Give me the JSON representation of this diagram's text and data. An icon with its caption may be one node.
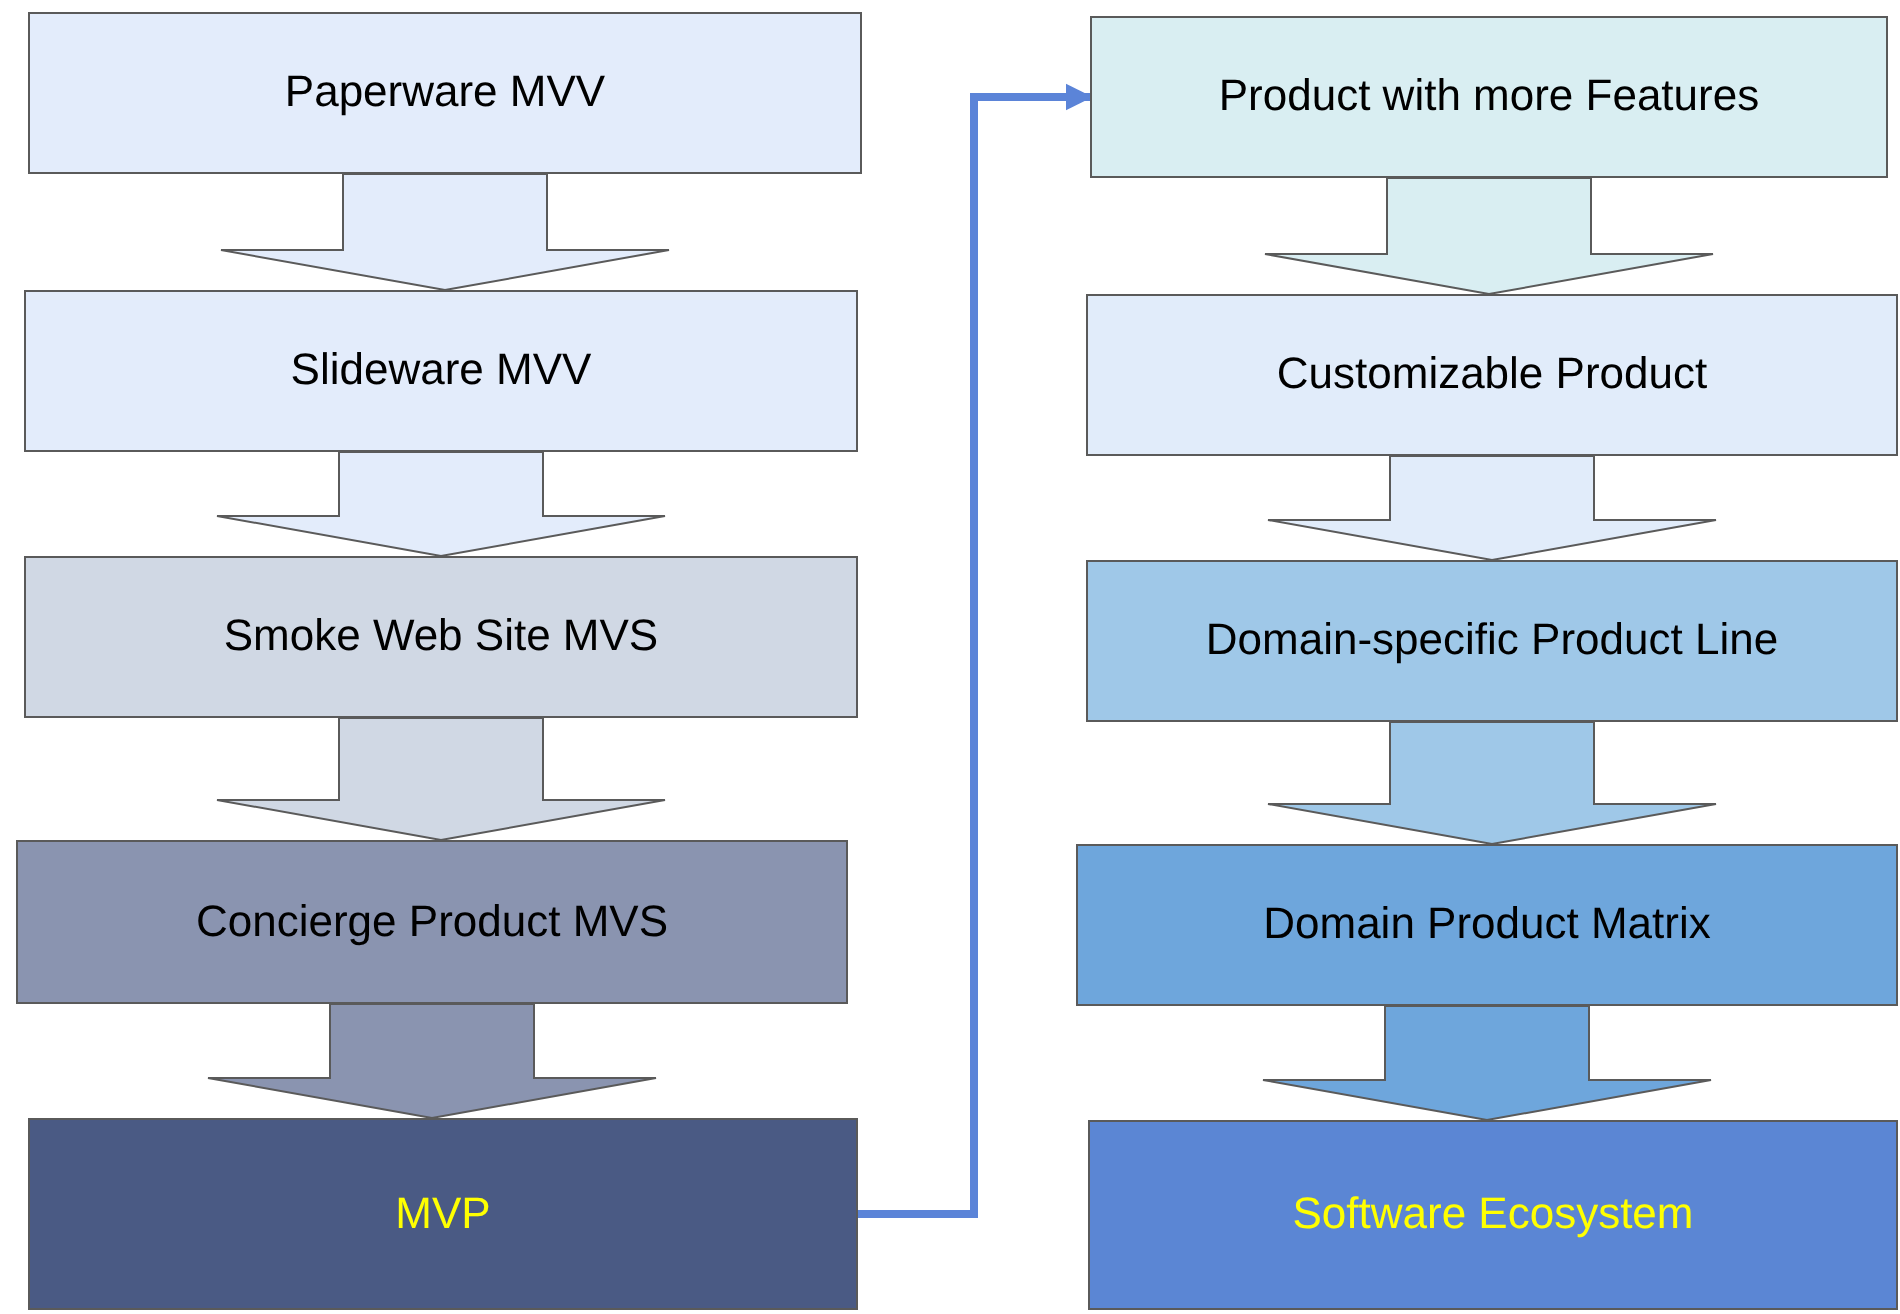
{
  "diagram": {
    "nodes": [
      {
        "text": [
          "Paperware MVV"
        ]
      },
      {
        "text": [
          "Slideware MVV"
        ]
      },
      {
        "text": [
          "Smoke Web Site MVS"
        ]
      },
      {
        "text": [
          "Concierge Product MVS"
        ]
      },
      {
        "text": [
          "MVP"
        ]
      },
      {
        "text": [
          "Product with more Features"
        ]
      },
      {
        "text": [
          "Customizable Product"
        ]
      },
      {
        "text": [
          "Domain-specific Product Line"
        ]
      },
      {
        "text": [
          "Domain Product Matrix"
        ]
      },
      {
        "text": [
          "Software Ecosystem"
        ]
      }
    ],
    "edges": [
      {
        "from": 0,
        "to": 1,
        "arrow": "to"
      },
      {
        "from": 1,
        "to": 2,
        "arrow": "to"
      },
      {
        "from": 2,
        "to": 3,
        "arrow": "to"
      },
      {
        "from": 3,
        "to": 4,
        "arrow": "to"
      },
      {
        "from": 4,
        "to": 5,
        "arrow": "to",
        "color": "#5b84d8"
      },
      {
        "from": 5,
        "to": 6,
        "arrow": "to"
      },
      {
        "from": 6,
        "to": 7,
        "arrow": "to"
      },
      {
        "from": 7,
        "to": 8,
        "arrow": "to"
      },
      {
        "from": 8,
        "to": 9,
        "arrow": "to"
      }
    ]
  }
}
